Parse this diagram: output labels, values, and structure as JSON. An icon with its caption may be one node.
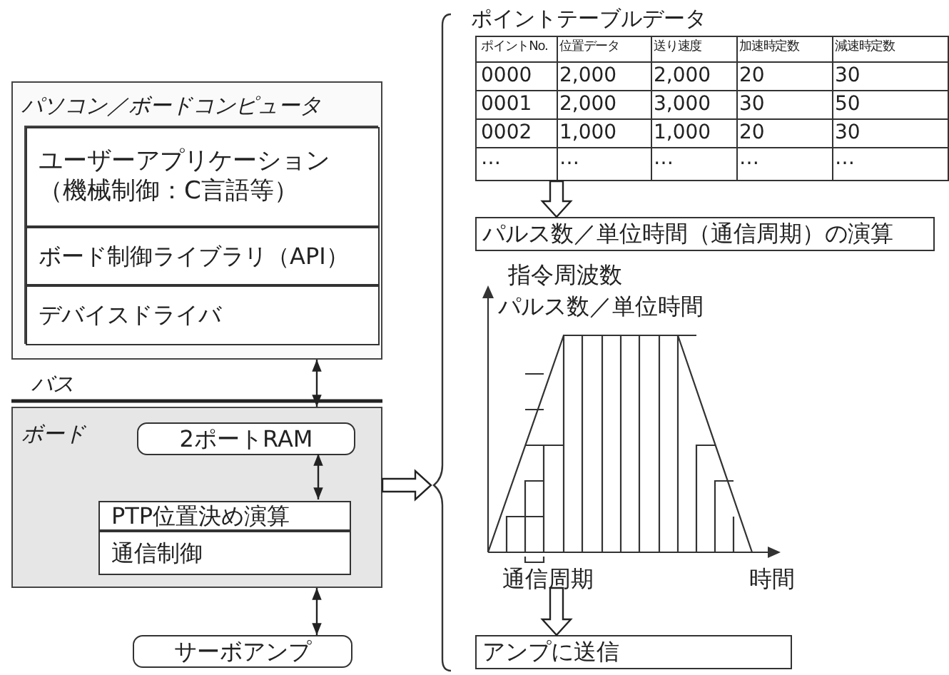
{
  "diagram": {
    "nodes": [
      {
        "text": [
          "パソコン／ボードコンピュータ"
        ]
      },
      {
        "text": [
          "ユーザーアプリケーション（機械制御：C言語等）"
        ],
        "in": 0
      },
      {
        "text": [
          "ボード制御ライブラリ（API）"
        ],
        "in": 0
      },
      {
        "text": [
          "デバイスドライバ"
        ],
        "in": 0
      },
      {
        "text": [
          "ボード"
        ]
      },
      {
        "text": [
          "2ポートRAM"
        ],
        "in": 4
      },
      {
        "text": [
          "PTP位置決め演算"
        ],
        "in": 4
      },
      {
        "text": [
          "通信制御"
        ],
        "in": 4
      },
      {
        "text": [
          "サーボアンプ"
        ]
      },
      {
        "text": [
          "ポイントテーブルデータ"
        ]
      },
      {
        "text": [],
        "shape": "table",
        "in": 9
      },
      {
        "text": [
          "パルス数／単位時間（通信周期）の演算"
        ],
        "in": 9
      },
      {
        "text": [],
        "shape": "chart",
        "in": 9
      },
      {
        "text": [
          "アンプに送信"
        ],
        "in": 9
      }
    ],
    "edges": [
      {
        "from": 0,
        "to": 4,
        "arrow": "both"
      },
      {
        "from": 5,
        "to": 6,
        "arrow": "both"
      },
      {
        "from": 4,
        "to": 8,
        "arrow": "both"
      },
      {
        "from": 4,
        "to": 9,
        "arrow": "to",
        "style": "thick"
      },
      {
        "from": 10,
        "to": 11,
        "arrow": "to",
        "style": "thick"
      },
      {
        "from": 12,
        "to": 13,
        "arrow": "to",
        "style": "thick"
      }
    ],
    "labels": [
      "バス",
      "ポイントNo.",
      "位置データ",
      "送り速度",
      "加速時定数",
      "減速時定数",
      "0000",
      "2,000",
      "2,000",
      "20",
      "30",
      "0001",
      "2,000",
      "3,000",
      "30",
      "50",
      "0002",
      "1,000",
      "1,000",
      "20",
      "30",
      "…",
      "…",
      "…",
      "…",
      "…",
      "指令周波数",
      "パルス数／単位時間",
      "通信周期",
      "時間"
    ]
  }
}
